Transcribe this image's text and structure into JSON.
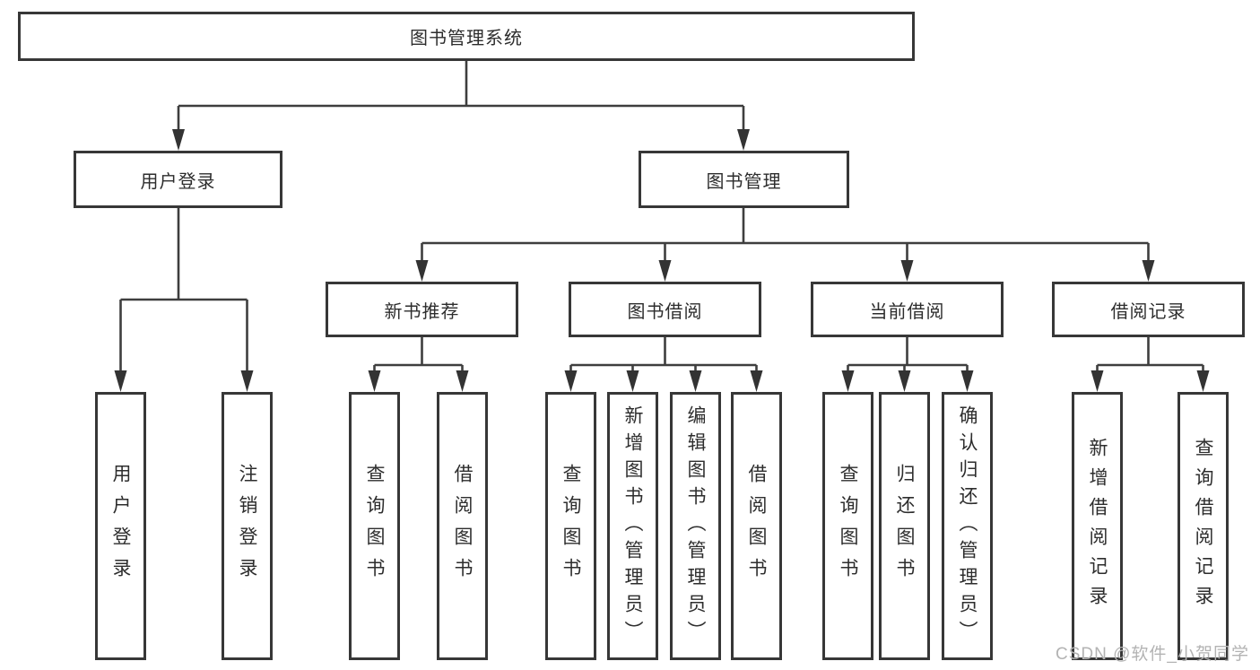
{
  "tree": {
    "root": "图书管理系统",
    "branches": [
      {
        "label": "用户登录",
        "leaves": [
          "用户登录",
          "注销登录"
        ]
      },
      {
        "label": "图书管理",
        "groups": [
          {
            "label": "新书推荐",
            "leaves": [
              "查询图书",
              "借阅图书"
            ]
          },
          {
            "label": "图书借阅",
            "leaves": [
              "查询图书",
              "新增图书（管理员）",
              "编辑图书（管理员）",
              "借阅图书"
            ]
          },
          {
            "label": "当前借阅",
            "leaves": [
              "查询图书",
              "归还图书",
              "确认归还（管理员）"
            ]
          },
          {
            "label": "借阅记录",
            "leaves": [
              "新增借阅记录",
              "查询借阅记录"
            ]
          }
        ]
      }
    ]
  },
  "watermark": "CSDN @软件_小贺同学",
  "colors": {
    "line": "#3e3e3e",
    "box_border": "#373737",
    "text": "#2d2d2d",
    "watermark": "#b3b3b3",
    "background": "#ffffff"
  }
}
